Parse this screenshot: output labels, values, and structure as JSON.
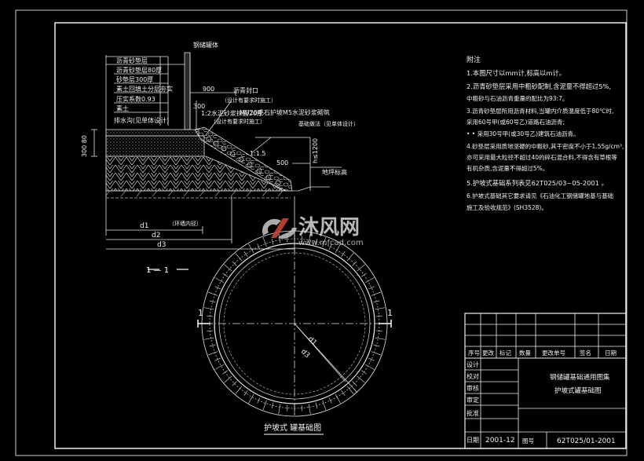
{
  "section": {
    "cut_label": "1 — 1",
    "layer_tank_wall": "钢储罐体",
    "layer_asphalt": "沥青砂垫层",
    "layer_asphalt_thk": "沥青砂垫层80厚",
    "layer_sand": "砂垫层300厚",
    "layer_fill": "素土回填土分层夯实",
    "compaction": "压实系数0.93",
    "ground": "素土",
    "dim_900": "900",
    "dim_300": "300",
    "dim_500": "500",
    "dim_h1200": "h≤1200",
    "dim_left": "300 80",
    "dim_slope": "1:1.5",
    "label_seal": "沥青封口",
    "label_seal_note": "（设计有要求时施工）",
    "label_mortar": "1:2水泥砂浆抹面20厚",
    "label_mortar_note": "（设计有要求时施工）",
    "label_masonry": "MU20毛石护坡M5水泥砂浆砌筑",
    "label_masonry_note": "基础做法（见单体设计）",
    "label_drain": "排水沟(见单体设计)",
    "label_outside": "地坪标高",
    "label_ring": "（环墙内径）",
    "dims": [
      "d1",
      "d2",
      "d3"
    ]
  },
  "plan": {
    "cut_left": "1",
    "cut_right": "1",
    "dim_d1": "d1",
    "dim_d3": "d3",
    "title": "护坡式  罐基础图"
  },
  "notes": {
    "title": "附注",
    "items": [
      "1.本图尺寸以mm计,标高以m计。",
      "2.沥青砂垫层采用中粗砂配制,含泥量不得超过5%,",
      "   中粗砂与石油沥青重量的配比为93:7。",
      "3.沥青砂垫层所用沥青材料,当罐内介质温度低于80℃时,",
      "   采用60号甲(或60号乙)道路石油沥青;",
      "      •  •  采用30号甲(或30号乙)建筑石油沥青。",
      "4.砂垫层采用质地坚硬的中粗砂,其干密度不小于1.55g/cm³,",
      "   亦可采用最大粒径不超过40的碎石混合料,不得含有草根等",
      "   有机杂质,含泥量不得超过5%。",
      "5.护坡式基础系列表见62T025/03~05-2001 。",
      "6.护坡式基础其它要求请见《石油化工钢储罐地基与基础",
      "   施工及验收规范》(SH3528)。"
    ]
  },
  "title_block": {
    "header_cols": [
      "序号",
      "更改",
      "标记",
      "数量",
      "更改单号",
      "签名",
      "日期"
    ],
    "roles": [
      "设计",
      "校对",
      "审核",
      "审定",
      "批准",
      "日期"
    ],
    "date": "2001-12",
    "drawing_title_1": "钢储罐基础通用图集",
    "drawing_title_2": "护坡式罐基础图",
    "drawing_no_label": "图号",
    "drawing_no": "62T025/01-2001"
  },
  "watermark": {
    "brand": "沐风网",
    "url": "www.mfcad.com"
  }
}
